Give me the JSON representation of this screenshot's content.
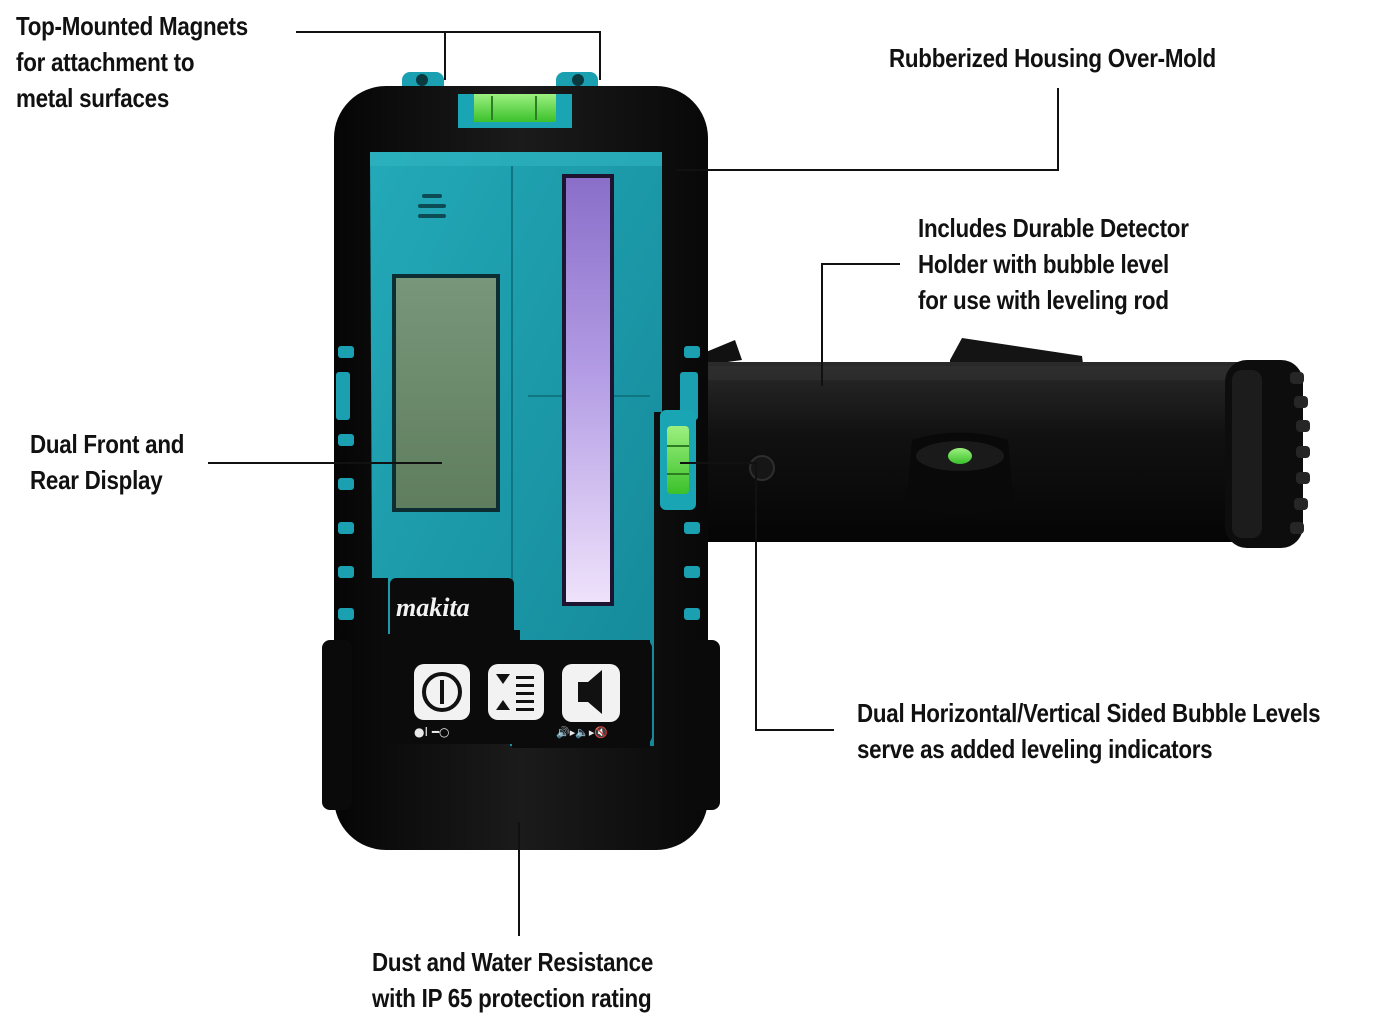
{
  "callouts": {
    "magnets": {
      "lines": [
        "Top-Mounted Magnets",
        "for attachment to",
        "metal surfaces"
      ]
    },
    "housing": {
      "lines": [
        "Rubberized Housing Over-Mold"
      ]
    },
    "holder": {
      "lines": [
        "Includes Durable Detector",
        "Holder with bubble level",
        "for use with leveling rod"
      ]
    },
    "display": {
      "lines": [
        "Dual Front and",
        "Rear Display"
      ]
    },
    "bubble_levels": {
      "lines": [
        "Dual Horizontal/Vertical Sided Bubble Levels",
        "serve as added leveling indicators"
      ]
    },
    "ip_rating": {
      "lines": [
        "Dust and Water Resistance",
        "with IP 65 protection rating"
      ]
    }
  },
  "device": {
    "brand": "makita",
    "power_indicators": "●I ━○",
    "volume_indicators": "🔊▸🔈▸🔇"
  },
  "colors": {
    "teal_panel": "#1a95a6",
    "black_housing": "#111111",
    "lcd": "#6a8a68",
    "laser_window": "#b9a2e6",
    "bubble_vial": "#4ad43c",
    "callout_line": "#111111"
  }
}
